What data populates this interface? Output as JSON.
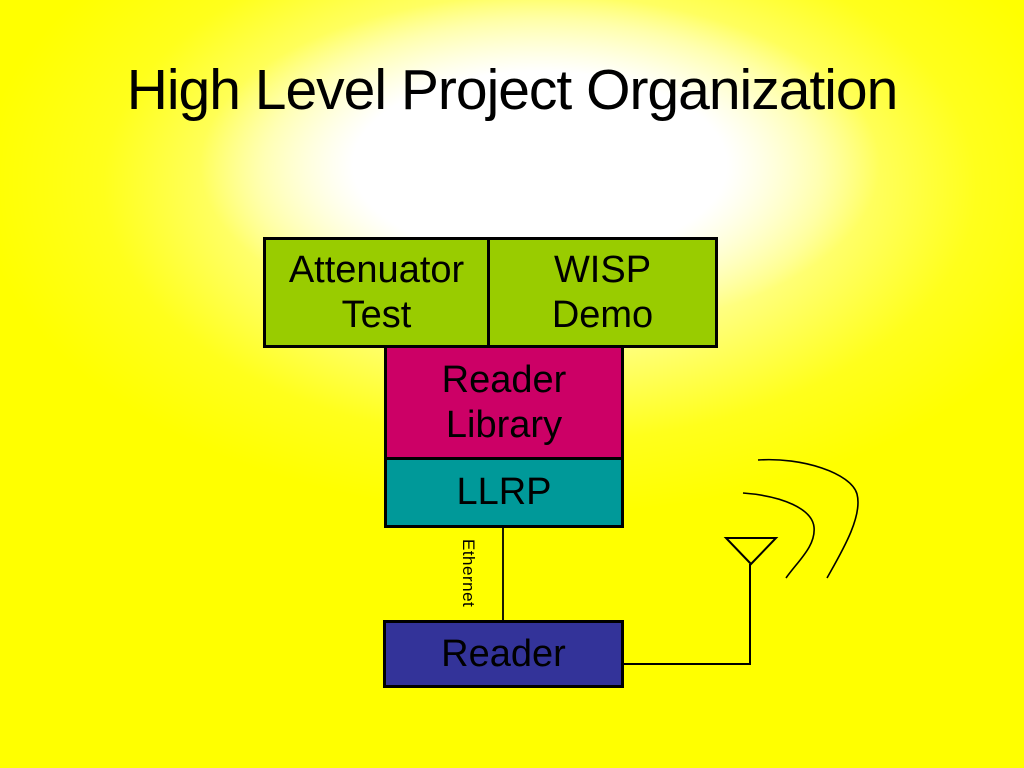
{
  "slide": {
    "title": "High Level Project Organization",
    "background_color": "#FFFF00",
    "glow_color": "#FFFFFF",
    "text_color": "#000000"
  },
  "diagram": {
    "boxes": [
      {
        "name": "attenuator-test",
        "lines": [
          "Attenuator",
          "Test"
        ],
        "color": "#99CC00"
      },
      {
        "name": "wisp-demo",
        "lines": [
          "WISP",
          "Demo"
        ],
        "color": "#99CC00"
      },
      {
        "name": "reader-library",
        "lines": [
          "Reader",
          "Library"
        ],
        "color": "#CC0066"
      },
      {
        "name": "llrp",
        "lines": [
          "LLRP"
        ],
        "color": "#009999"
      },
      {
        "name": "reader",
        "lines": [
          "Reader"
        ],
        "color": "#333399"
      }
    ],
    "connection_label": "Ethernet",
    "line_color": "#000000",
    "icons": [
      "antenna-icon",
      "radio-waves-icon"
    ]
  }
}
